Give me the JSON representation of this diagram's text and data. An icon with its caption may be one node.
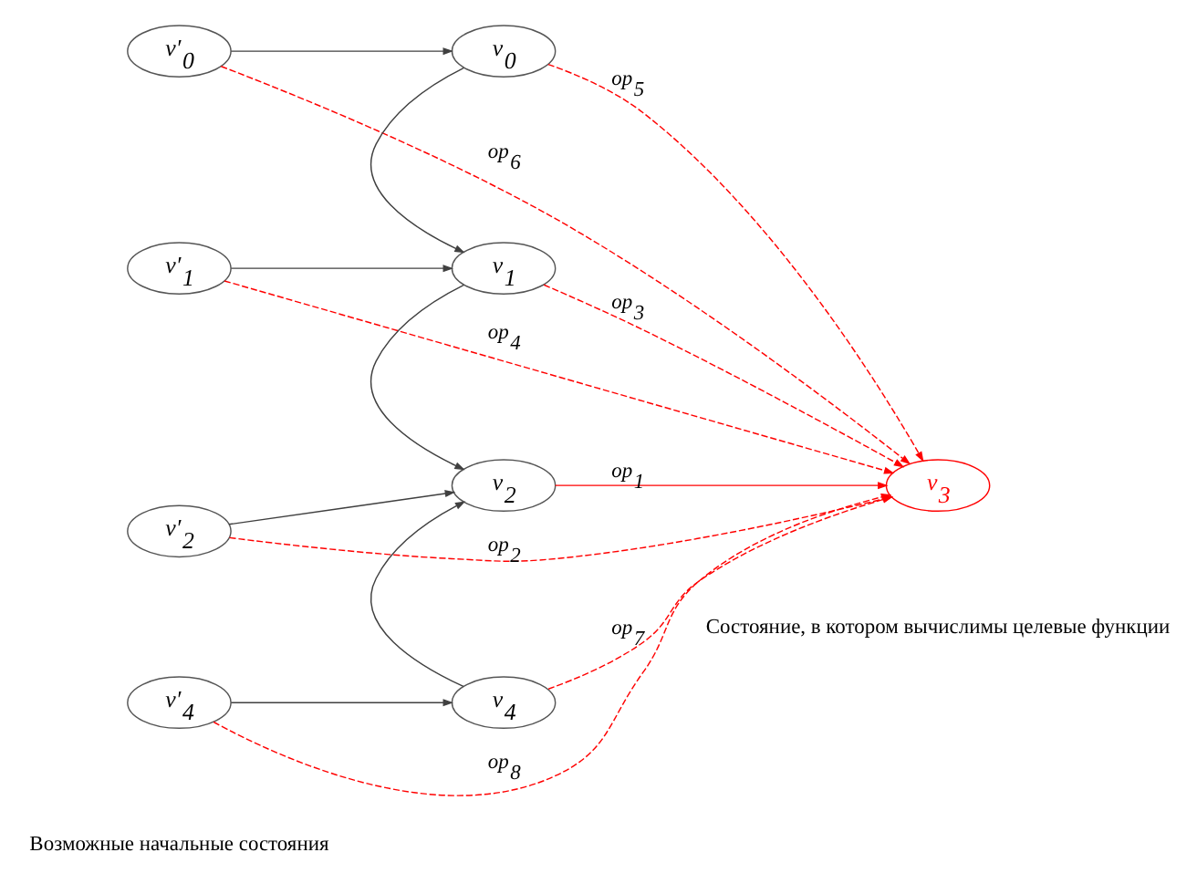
{
  "diagram": {
    "nodes": [
      {
        "text": [
          "v′$_{0}$"
        ]
      },
      {
        "text": [
          "v$_{0}$"
        ]
      },
      {
        "text": [
          "v′$_{1}$"
        ]
      },
      {
        "text": [
          "v$_{1}$"
        ]
      },
      {
        "text": [
          "v′$_{2}$"
        ]
      },
      {
        "text": [
          "v$_{2}$"
        ]
      },
      {
        "text": [
          "v′$_{4}$"
        ]
      },
      {
        "text": [
          "v$_{4}$"
        ]
      },
      {
        "text": [
          "v$_{3}$"
        ]
      }
    ],
    "edges": [
      {
        "from": 0,
        "to": 1,
        "arrow": "to",
        "color": "#404040"
      },
      {
        "from": 1,
        "to": 3,
        "arrow": "to",
        "color": "#404040"
      },
      {
        "from": 2,
        "to": 3,
        "arrow": "to",
        "color": "#404040"
      },
      {
        "from": 3,
        "to": 5,
        "arrow": "to",
        "color": "#404040"
      },
      {
        "from": 4,
        "to": 5,
        "arrow": "to",
        "color": "#404040"
      },
      {
        "from": 7,
        "to": 5,
        "arrow": "to",
        "color": "#404040"
      },
      {
        "from": 6,
        "to": 7,
        "arrow": "to",
        "color": "#404040"
      },
      {
        "from": 1,
        "to": 8,
        "arrow": "to",
        "label": "op$_{5}$",
        "style": "dashed",
        "color": "#ff0000"
      },
      {
        "from": 0,
        "to": 8,
        "arrow": "to",
        "label": "op$_{6}$",
        "style": "dashed",
        "color": "#ff0000"
      },
      {
        "from": 3,
        "to": 8,
        "arrow": "to",
        "label": "op$_{3}$",
        "style": "dashed",
        "color": "#ff0000"
      },
      {
        "from": 2,
        "to": 8,
        "arrow": "to",
        "label": "op$_{4}$",
        "style": "dashed",
        "color": "#ff0000"
      },
      {
        "from": 5,
        "to": 8,
        "arrow": "to",
        "label": "op$_{1}$",
        "color": "#ff0000"
      },
      {
        "from": 4,
        "to": 8,
        "arrow": "to",
        "label": "op$_{2}$",
        "style": "dashed",
        "color": "#ff0000"
      },
      {
        "from": 6,
        "to": 8,
        "arrow": "to",
        "label": "op$_{8}$",
        "style": "dashed",
        "color": "#ff0000"
      },
      {
        "from": 7,
        "to": 8,
        "arrow": "to",
        "label": "op$_{7}$",
        "style": "dashed",
        "color": "#ff0000"
      }
    ],
    "labels": [
      "Возможные начальные состояния",
      "Состояние, в котором вычислимы целевые функции"
    ]
  }
}
